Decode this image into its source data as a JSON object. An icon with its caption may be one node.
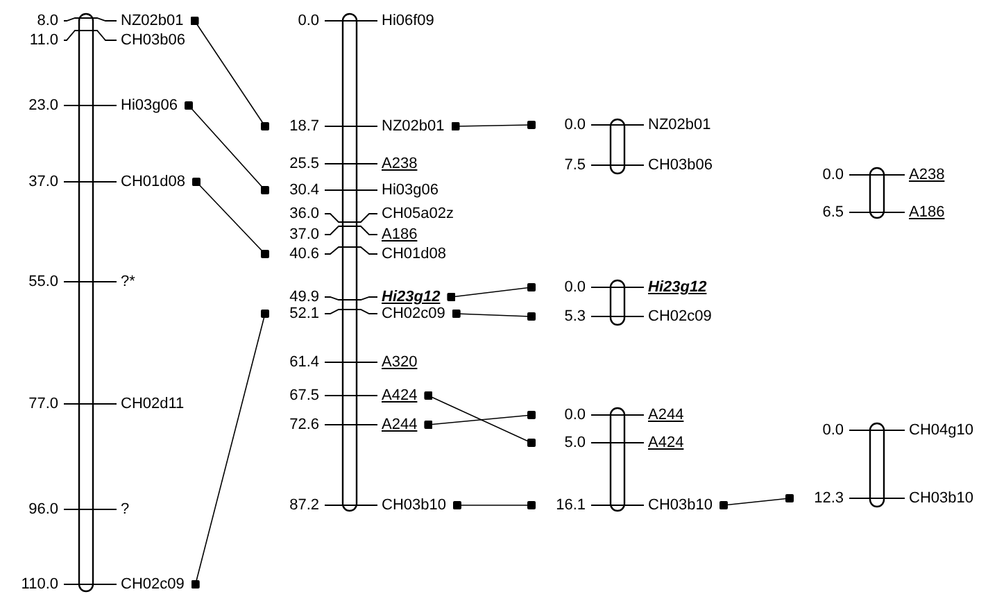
{
  "diagram": {
    "nodes": [
      {
        "text": [],
        "shape": "bar"
      },
      {
        "text": [
          "NZ02b01"
        ],
        "beside": [
          "8.0"
        ]
      },
      {
        "text": [
          "CH03b06"
        ],
        "beside": [
          "11.0"
        ]
      },
      {
        "text": [
          "Hi03g06"
        ],
        "beside": [
          "23.0"
        ]
      },
      {
        "text": [
          "CH01d08"
        ],
        "beside": [
          "37.0"
        ]
      },
      {
        "text": [
          "?*"
        ],
        "beside": [
          "55.0"
        ]
      },
      {
        "text": [
          "CH02d11"
        ],
        "beside": [
          "77.0"
        ]
      },
      {
        "text": [
          "?"
        ],
        "beside": [
          "96.0"
        ]
      },
      {
        "text": [
          "CH02c09"
        ],
        "beside": [
          "110.0"
        ]
      },
      {
        "text": [],
        "shape": "bar"
      },
      {
        "text": [
          "Hi06f09"
        ],
        "beside": [
          "0.0"
        ]
      },
      {
        "text": [
          "NZ02b01"
        ],
        "beside": [
          "18.7"
        ]
      },
      {
        "text": [
          "A238"
        ],
        "beside": [
          "25.5"
        ]
      },
      {
        "text": [
          "Hi03g06"
        ],
        "beside": [
          "30.4"
        ]
      },
      {
        "text": [
          "CH05a02z"
        ],
        "beside": [
          "36.0"
        ]
      },
      {
        "text": [
          "A186"
        ],
        "beside": [
          "37.0"
        ]
      },
      {
        "text": [
          "CH01d08"
        ],
        "beside": [
          "40.6"
        ]
      },
      {
        "text": [
          "Hi23g12"
        ],
        "beside": [
          "49.9"
        ]
      },
      {
        "text": [
          "CH02c09"
        ],
        "beside": [
          "52.1"
        ]
      },
      {
        "text": [
          "A320"
        ],
        "beside": [
          "61.4"
        ]
      },
      {
        "text": [
          "A424"
        ],
        "beside": [
          "67.5"
        ]
      },
      {
        "text": [
          "A244"
        ],
        "beside": [
          "72.6"
        ]
      },
      {
        "text": [
          "CH03b10"
        ],
        "beside": [
          "87.2"
        ]
      },
      {
        "text": [],
        "shape": "bar"
      },
      {
        "text": [
          "NZ02b01"
        ],
        "beside": [
          "0.0"
        ]
      },
      {
        "text": [
          "CH03b06"
        ],
        "beside": [
          "7.5"
        ]
      },
      {
        "text": [],
        "shape": "bar"
      },
      {
        "text": [
          "A238"
        ],
        "beside": [
          "0.0"
        ]
      },
      {
        "text": [
          "A186"
        ],
        "beside": [
          "6.5"
        ]
      },
      {
        "text": [],
        "shape": "bar"
      },
      {
        "text": [
          "Hi23g12"
        ],
        "beside": [
          "0.0"
        ]
      },
      {
        "text": [
          "CH02c09"
        ],
        "beside": [
          "5.3"
        ]
      },
      {
        "text": [],
        "shape": "bar"
      },
      {
        "text": [
          "A244"
        ],
        "beside": [
          "0.0"
        ]
      },
      {
        "text": [
          "A424"
        ],
        "beside": [
          "5.0"
        ]
      },
      {
        "text": [
          "CH03b10"
        ],
        "beside": [
          "16.1"
        ]
      },
      {
        "text": [],
        "shape": "bar"
      },
      {
        "text": [
          "CH04g10"
        ],
        "beside": [
          "0.0"
        ]
      },
      {
        "text": [
          "CH03b10"
        ],
        "beside": [
          "12.3"
        ]
      }
    ],
    "edges": [
      {
        "from": 1,
        "to": 11,
        "arrow": "other"
      },
      {
        "from": 3,
        "to": 13,
        "arrow": "other"
      },
      {
        "from": 4,
        "to": 16,
        "arrow": "other"
      },
      {
        "from": 8,
        "to": 18,
        "arrow": "other"
      },
      {
        "from": 11,
        "to": 24,
        "arrow": "other"
      },
      {
        "from": 17,
        "to": 30,
        "arrow": "other"
      },
      {
        "from": 18,
        "to": 31,
        "arrow": "other"
      },
      {
        "from": 20,
        "to": 34,
        "arrow": "other"
      },
      {
        "from": 21,
        "to": 33,
        "arrow": "other"
      },
      {
        "from": 22,
        "to": 35,
        "arrow": "other"
      },
      {
        "from": 35,
        "to": 38,
        "arrow": "other"
      }
    ]
  }
}
